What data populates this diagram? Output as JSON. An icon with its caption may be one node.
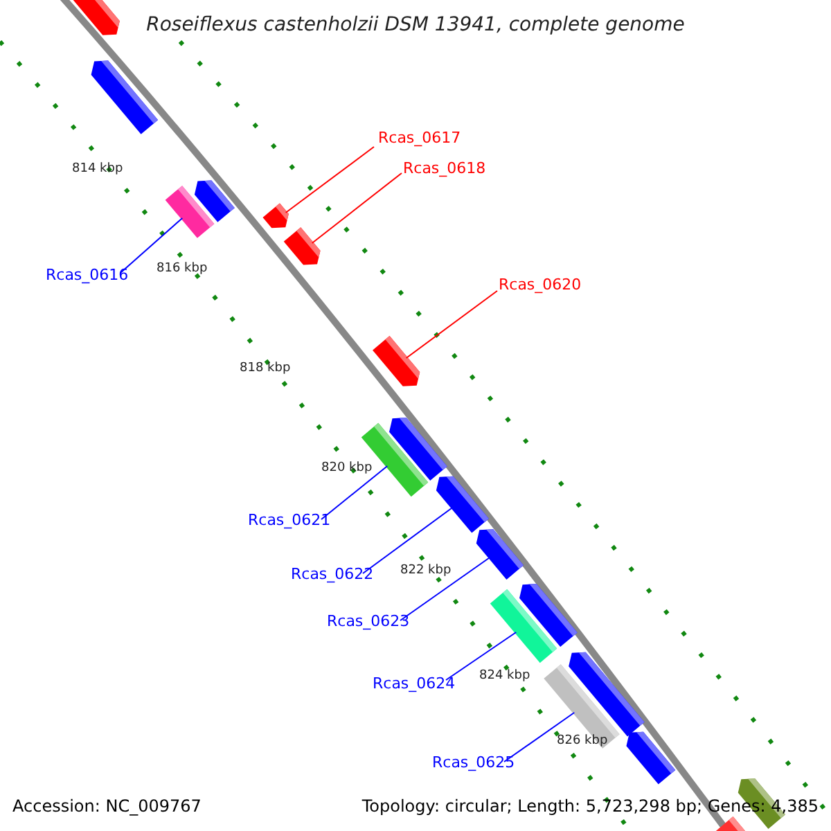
{
  "diagram": {
    "title": "Roseiflexus castenholzii DSM 13941, complete genome",
    "nodes": [
      {
        "text": [
          "Rcas_0617"
        ]
      },
      {
        "text": [
          "Rcas_0618"
        ]
      },
      {
        "text": [
          "Rcas_0616"
        ]
      },
      {
        "text": [
          "Rcas_0620"
        ]
      },
      {
        "text": [
          "Rcas_0621"
        ]
      },
      {
        "text": [
          "Rcas_0622"
        ]
      },
      {
        "text": [
          "Rcas_0623"
        ]
      },
      {
        "text": [
          "Rcas_0624"
        ]
      },
      {
        "text": [
          "Rcas_0625"
        ]
      },
      {
        "text": [],
        "shape": "bar"
      },
      {
        "text": [],
        "shape": "bar"
      },
      {
        "text": [],
        "shape": "bar"
      },
      {
        "text": [],
        "shape": "bar"
      },
      {
        "text": [],
        "shape": "bar"
      },
      {
        "text": [],
        "shape": "bar"
      },
      {
        "text": [],
        "shape": "bar"
      },
      {
        "text": [],
        "shape": "bar"
      },
      {
        "text": [],
        "shape": "bar"
      },
      {
        "text": [],
        "shape": "bar"
      },
      {
        "text": [],
        "shape": "bar"
      },
      {
        "text": [],
        "shape": "bar"
      },
      {
        "text": [],
        "shape": "bar"
      },
      {
        "text": [],
        "shape": "bar"
      },
      {
        "text": [],
        "shape": "bar"
      },
      {
        "text": [],
        "shape": "bar"
      },
      {
        "text": [],
        "shape": "bar"
      },
      {
        "text": [],
        "shape": "bar"
      }
    ],
    "edges": [
      {
        "from": 0,
        "to": 13,
        "arrow": "none",
        "color": "#ff0000"
      },
      {
        "from": 1,
        "to": 14,
        "arrow": "none",
        "color": "#ff0000"
      },
      {
        "from": 2,
        "to": 12,
        "arrow": "none"
      },
      {
        "from": 3,
        "to": 15,
        "arrow": "none",
        "color": "#ff0000"
      },
      {
        "from": 4,
        "to": 17,
        "arrow": "none"
      },
      {
        "from": 5,
        "to": 18,
        "arrow": "none"
      },
      {
        "from": 6,
        "to": 19,
        "arrow": "none"
      },
      {
        "from": 7,
        "to": 21,
        "arrow": "none"
      },
      {
        "from": 8,
        "to": 23,
        "arrow": "none"
      }
    ],
    "labels": [
      "814 kbp",
      "816 kbp",
      "818 kbp",
      "820 kbp",
      "822 kbp",
      "824 kbp",
      "826 kbp",
      "Accession: NC_009767",
      "Topology: circular; Length: 5,723,298 bp; Genes: 4,385"
    ]
  }
}
